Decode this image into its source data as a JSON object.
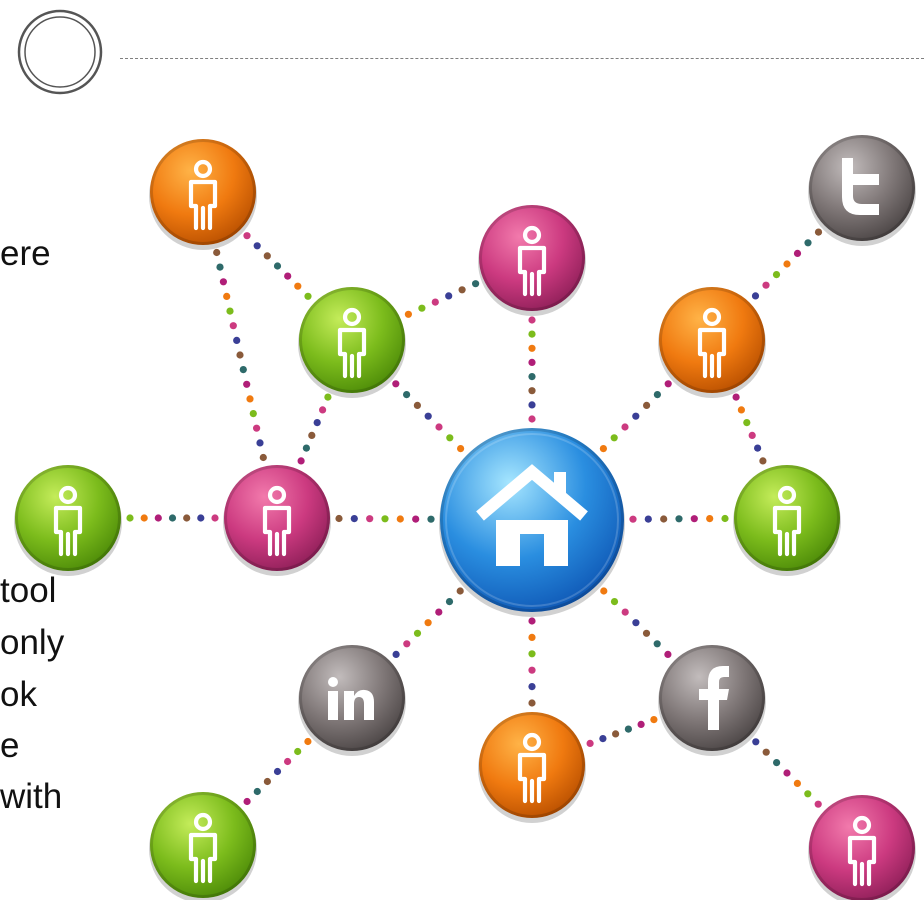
{
  "slide": {
    "text_fragments": [
      "ere",
      "tool",
      "only",
      "ok",
      "e",
      "with"
    ]
  },
  "diagram": {
    "hub": {
      "icon": "home-icon",
      "color": "#2a8ee0"
    },
    "nodes": [
      {
        "name": "person-node-orange-top",
        "kind": "person",
        "color": "orange"
      },
      {
        "name": "person-node-green-upper",
        "kind": "person",
        "color": "green"
      },
      {
        "name": "person-node-magenta-top",
        "kind": "person",
        "color": "magenta"
      },
      {
        "name": "person-node-magenta-left",
        "kind": "person",
        "color": "magenta"
      },
      {
        "name": "person-node-green-far-left",
        "kind": "person",
        "color": "green"
      },
      {
        "name": "twitter-node",
        "kind": "social",
        "icon": "twitter-icon",
        "color": "gray"
      },
      {
        "name": "person-node-orange-right",
        "kind": "person",
        "color": "orange"
      },
      {
        "name": "person-node-green-right",
        "kind": "person",
        "color": "green"
      },
      {
        "name": "linkedin-node",
        "kind": "social",
        "icon": "linkedin-icon",
        "color": "gray"
      },
      {
        "name": "person-node-green-bottom-left",
        "kind": "person",
        "color": "green"
      },
      {
        "name": "person-node-orange-bottom",
        "kind": "person",
        "color": "orange"
      },
      {
        "name": "facebook-node",
        "kind": "social",
        "icon": "facebook-icon",
        "color": "gray"
      },
      {
        "name": "person-node-magenta-bottom-right",
        "kind": "person",
        "color": "magenta"
      }
    ],
    "palette": {
      "orange": [
        "#ffb347",
        "#f07a10",
        "#b84f00"
      ],
      "green": [
        "#c4ec5a",
        "#7cbc1c",
        "#4c8a08"
      ],
      "magenta": [
        "#f27aac",
        "#cc3a80",
        "#8e1f58"
      ],
      "gray": [
        "#c2bcbc",
        "#807878",
        "#4a4444"
      ],
      "hub": [
        "#a6e6ff",
        "#2a8ee0",
        "#0e56b4"
      ]
    },
    "dot_colors": [
      "#f07a10",
      "#7cbc1c",
      "#cc3a80",
      "#3a3f96",
      "#8a5a3a",
      "#2e6a6a",
      "#b01e78"
    ]
  }
}
